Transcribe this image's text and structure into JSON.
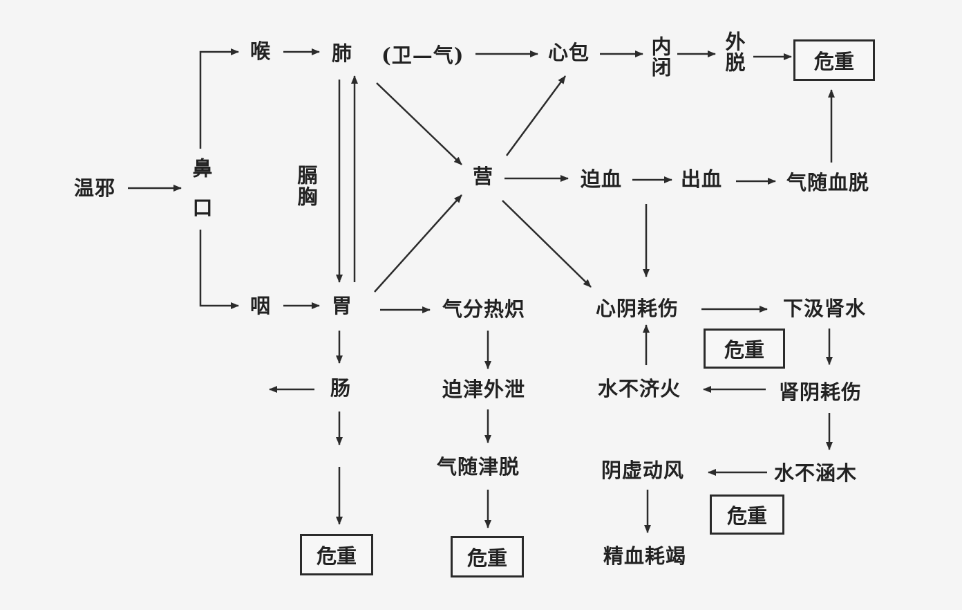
{
  "nodes": {
    "wenxie": "温邪",
    "bikou": "鼻口",
    "hou": "喉",
    "yan": "咽",
    "fei": "肺",
    "weiqi": "(卫—气)",
    "gexiong": "膈胸",
    "wei": "胃",
    "chang": "肠",
    "xinbao": "心包",
    "neibi": "内闭",
    "waituo": "外脱",
    "ying": "营",
    "poxue": "迫血",
    "chuxue": "出血",
    "qisuixuetuo": "气随血脱",
    "qifenrechi": "气分热炽",
    "pojinwaixie": "迫津外泄",
    "qisuijintuo": "气随津脱",
    "xinyinhaoshang": "心阴耗伤",
    "xiajishenshui": "下汲肾水",
    "shuibujihuo": "水不济火",
    "shenyinhaoshang": "肾阴耗伤",
    "shuibuhanmu": "水不涵木",
    "yinxudongfeng": "阴虚动风",
    "jingxuehaojie": "精血耗竭"
  },
  "critical_label": "危重"
}
